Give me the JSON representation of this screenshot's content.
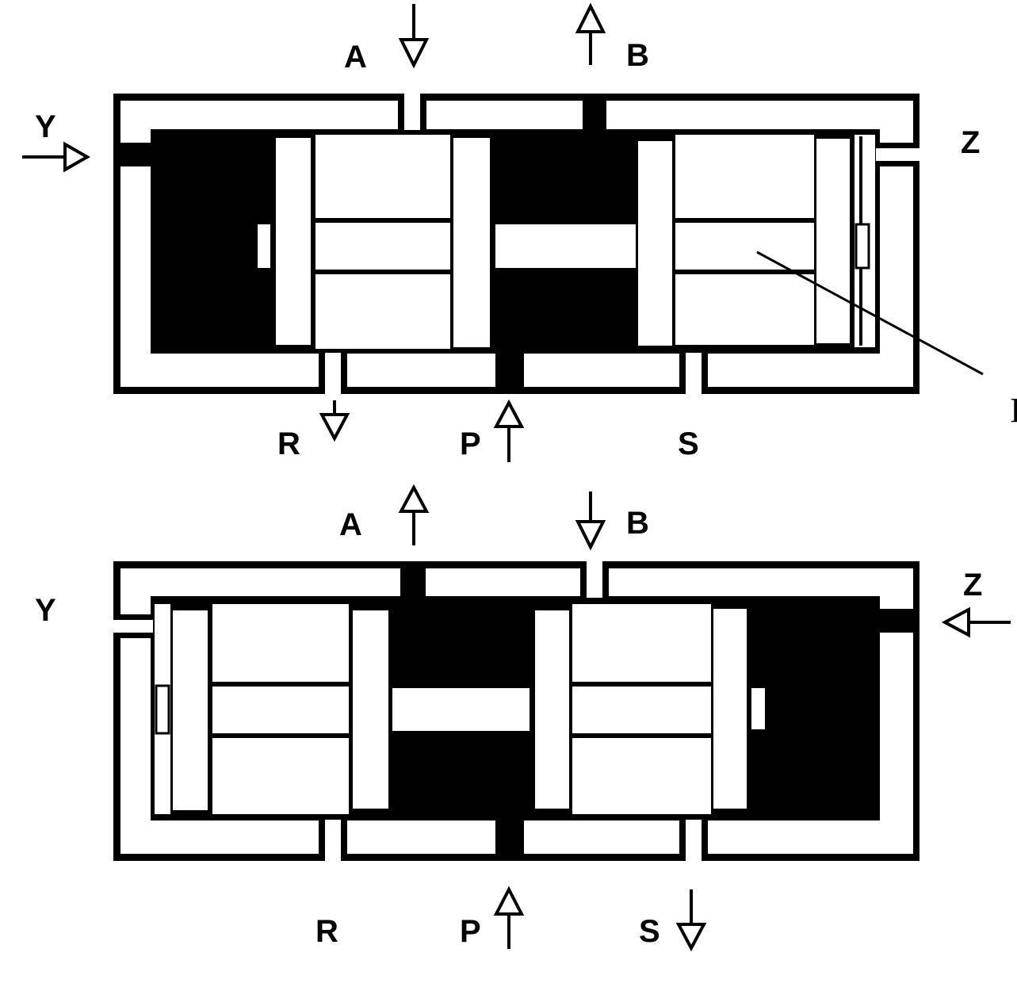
{
  "diagram": {
    "top_valve": {
      "labels": {
        "A": "A",
        "B": "B",
        "Y": "Y",
        "Z": "Z",
        "R": "R",
        "P": "P",
        "S": "S",
        "callout": "I"
      },
      "flow": {
        "A": "in",
        "B": "out",
        "Y": "in",
        "R": "out",
        "P": "in"
      }
    },
    "bottom_valve": {
      "labels": {
        "A": "A",
        "B": "B",
        "Y": "Y",
        "Z": "Z",
        "R": "R",
        "P": "P",
        "S": "S"
      },
      "flow": {
        "A": "out",
        "B": "in",
        "Z": "in",
        "P": "in",
        "S": "out"
      }
    },
    "colors": {
      "ink": "#000000",
      "paper": "#ffffff"
    }
  }
}
